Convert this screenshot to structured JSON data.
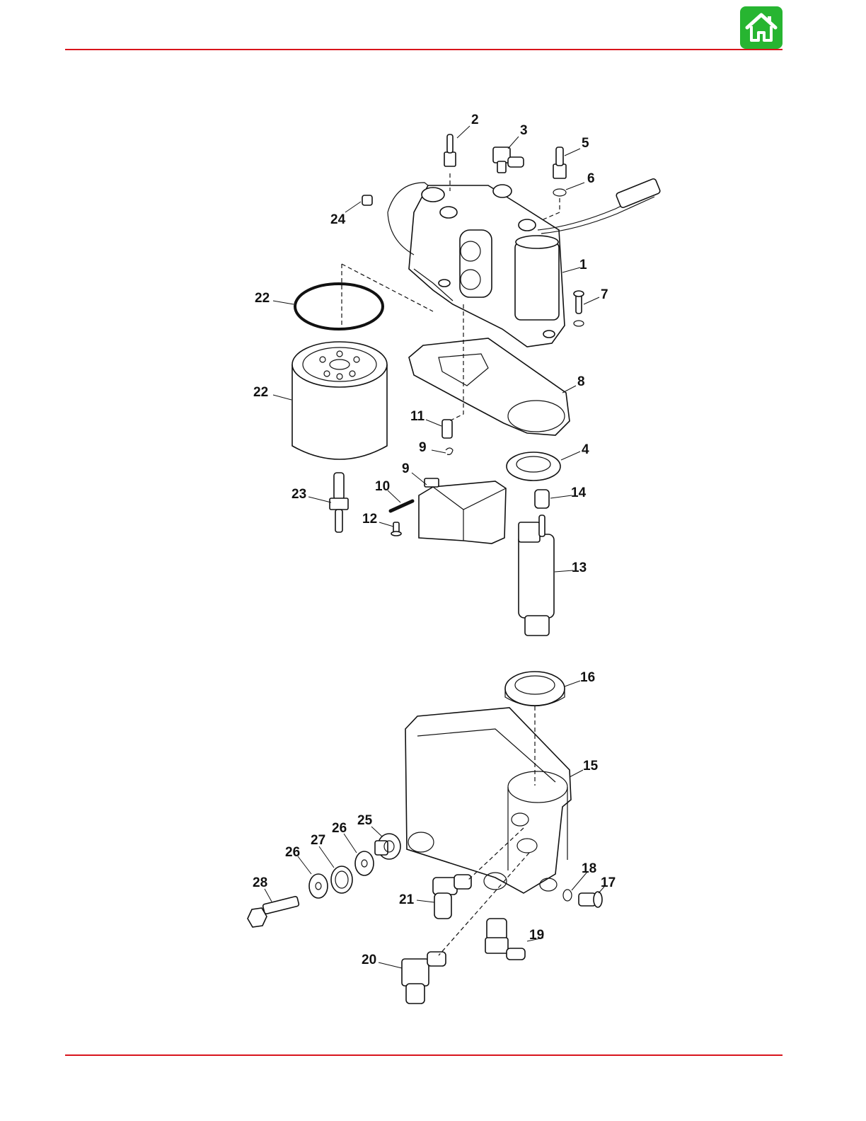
{
  "colors": {
    "rule": "#d9141c",
    "home_button": "#27b531",
    "home_icon": "#ffffff",
    "line_art": "#111111"
  },
  "home_button": {
    "icon": "home-icon"
  },
  "callouts": [
    "1",
    "2",
    "3",
    "4",
    "5",
    "6",
    "7",
    "8",
    "9",
    "9",
    "10",
    "11",
    "12",
    "13",
    "14",
    "22",
    "22",
    "23",
    "24",
    "15",
    "16",
    "17",
    "18",
    "19",
    "20",
    "21",
    "25",
    "26",
    "26",
    "27",
    "28"
  ]
}
